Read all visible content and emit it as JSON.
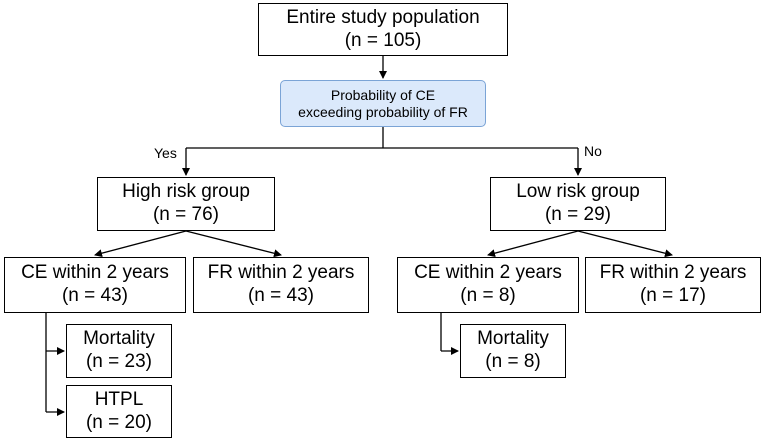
{
  "nodes": {
    "root": {
      "line1": "Entire study population",
      "line2": "(n = 105)"
    },
    "decision": {
      "line1": "Probability of CE",
      "line2": "exceeding probability of FR"
    },
    "high": {
      "line1": "High risk group",
      "line2": "(n = 76)"
    },
    "low": {
      "line1": "Low risk group",
      "line2": "(n = 29)"
    },
    "high_ce": {
      "line1": "CE within 2 years",
      "line2": "(n = 43)"
    },
    "high_fr": {
      "line1": "FR within 2 years",
      "line2": "(n = 43)"
    },
    "low_ce": {
      "line1": "CE within 2 years",
      "line2": "(n = 8)"
    },
    "low_fr": {
      "line1": "FR within 2 years",
      "line2": "(n = 17)"
    },
    "high_mortality": {
      "line1": "Mortality",
      "line2": "(n = 23)"
    },
    "high_htpl": {
      "line1": "HTPL",
      "line2": "(n = 20)"
    },
    "low_mortality": {
      "line1": "Mortality",
      "line2": "(n = 8)"
    }
  },
  "edges": {
    "yes_label": "Yes",
    "no_label": "No"
  },
  "colors": {
    "decision_fill": "#dbe9fb",
    "decision_border": "#7ba4d6",
    "line": "#000000"
  }
}
